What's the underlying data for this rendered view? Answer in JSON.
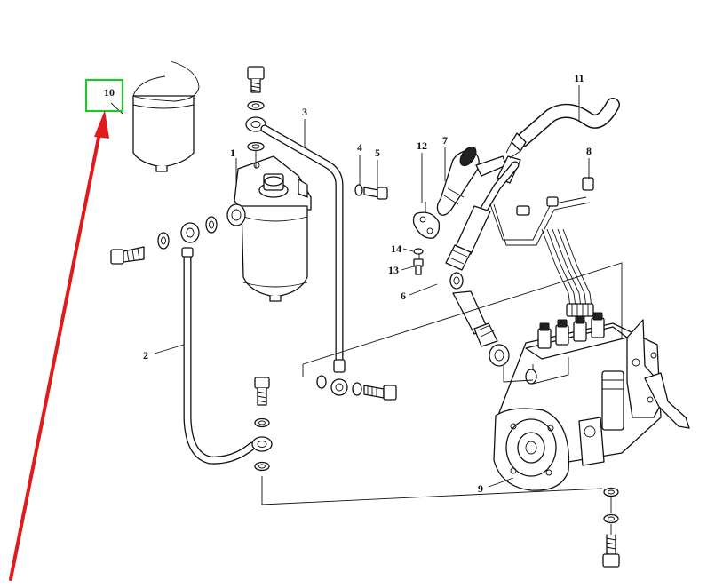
{
  "callouts": [
    {
      "id": "label-1",
      "text": "1"
    },
    {
      "id": "label-2",
      "text": "2"
    },
    {
      "id": "label-3",
      "text": "3"
    },
    {
      "id": "label-4",
      "text": "4"
    },
    {
      "id": "label-5",
      "text": "5"
    },
    {
      "id": "label-6",
      "text": "6"
    },
    {
      "id": "label-7",
      "text": "7"
    },
    {
      "id": "label-8",
      "text": "8"
    },
    {
      "id": "label-9",
      "text": "9"
    },
    {
      "id": "label-10",
      "text": "10"
    },
    {
      "id": "label-11",
      "text": "11"
    },
    {
      "id": "label-12",
      "text": "12"
    },
    {
      "id": "label-13",
      "text": "13"
    },
    {
      "id": "label-14",
      "text": "14"
    }
  ],
  "highlight": {
    "target": "10",
    "box_color": "#22c32b",
    "arrow_color": "#e01b1b"
  }
}
